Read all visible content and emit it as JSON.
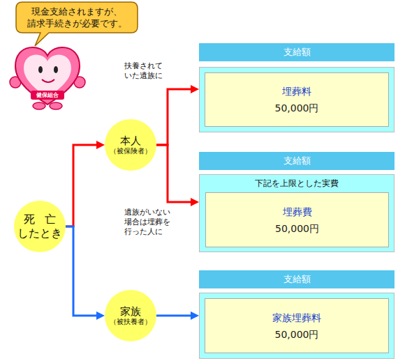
{
  "diagram": {
    "nodes": [
      {
        "text": [
          "現金支給されますが、 請求手続きが必要です。"
        ]
      },
      {
        "text": [
          "死 亡 したとき"
        ]
      },
      {
        "text": [
          "本人",
          "（被保険者）"
        ]
      },
      {
        "text": [
          "家族",
          "（被扶養者）"
        ]
      },
      {
        "text": [
          "支給額"
        ]
      },
      {
        "text": [
          "埋葬料",
          "50,000円"
        ]
      },
      {
        "text": [
          "支給額"
        ]
      },
      {
        "text": [
          "下記を上限とした実費"
        ]
      },
      {
        "text": [
          "埋葬費",
          "50,000円"
        ],
        "in": 7
      },
      {
        "text": [
          "支給額"
        ]
      },
      {
        "text": [
          "家族埋葬料",
          "50,000円"
        ]
      }
    ],
    "edges": [
      {
        "from": 1,
        "to": 2,
        "arrow": "to"
      },
      {
        "from": 1,
        "to": 3,
        "arrow": "to"
      },
      {
        "from": 2,
        "to": 5,
        "arrow": "to",
        "label": "扶養されて いた遺族に"
      },
      {
        "from": 2,
        "to": 7,
        "arrow": "to",
        "label": "遺族がいない 場合は埋葬を 行った人に"
      },
      {
        "from": 3,
        "to": 10,
        "arrow": "to"
      }
    ],
    "labels": [
      "健保組合"
    ]
  }
}
